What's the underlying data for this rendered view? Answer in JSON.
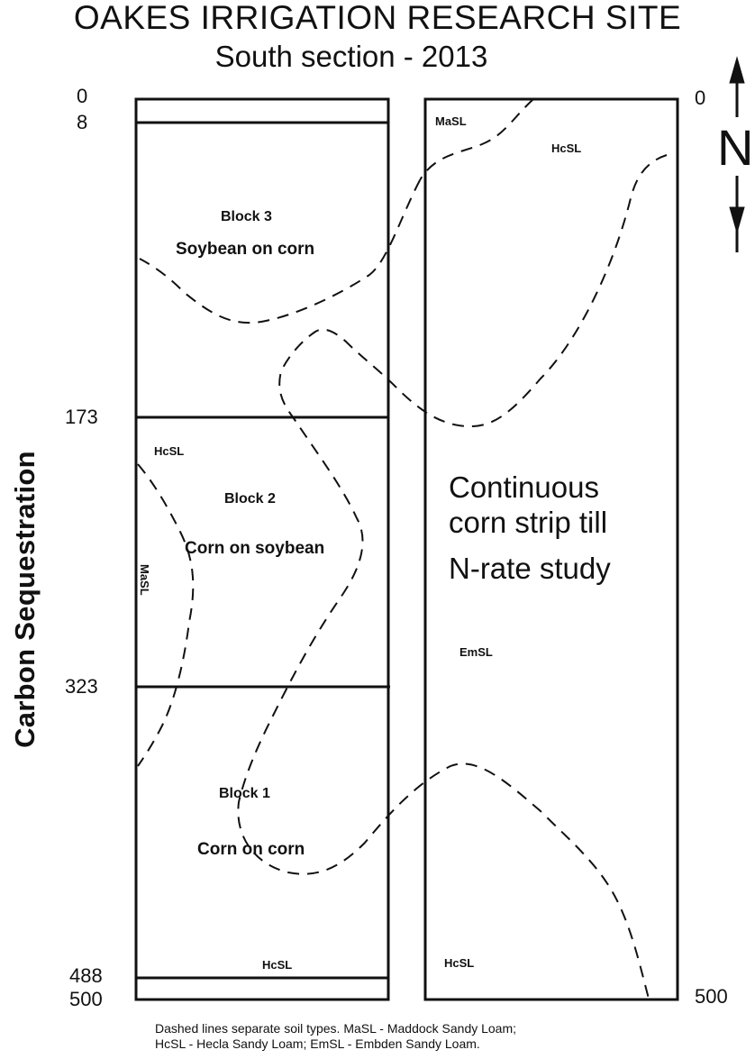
{
  "title": "OAKES IRRIGATION RESEARCH SITE",
  "subtitle": "South section - 2013",
  "side_label": "Carbon Sequestration",
  "left_scale": [
    "0",
    "8",
    "173",
    "323",
    "488",
    "500"
  ],
  "right_scale": [
    "0",
    "500"
  ],
  "north_label": "N",
  "blocks": [
    {
      "name": "Block 3",
      "crop": "Soybean on corn"
    },
    {
      "name": "Block 2",
      "crop": "Corn on soybean"
    },
    {
      "name": "Block 1",
      "crop": "Corn on corn"
    }
  ],
  "strip_label": [
    "Continuous",
    "corn strip till",
    "N-rate study"
  ],
  "soil_labels": {
    "masl_right": "MaSL",
    "hcsl_right_top": "HcSL",
    "hcsl_left_mid": "HcSL",
    "masl_left_mid": "MaSL",
    "emsl_right": "EmSL",
    "hcsl_left_bottom": "HcSL",
    "hcsl_right_bottom": "HcSL"
  },
  "footnote": [
    "Dashed lines separate soil types.  MaSL - Maddock Sandy Loam;",
    "HcSL - Hecla Sandy Loam; EmSL - Embden Sandy Loam."
  ]
}
